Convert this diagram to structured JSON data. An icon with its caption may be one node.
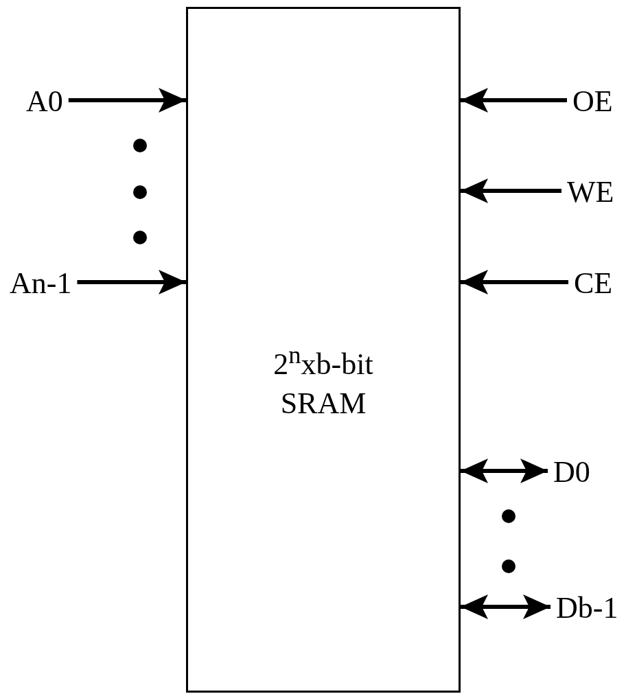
{
  "diagram": {
    "nodes": [
      {
        "text": [
          "2$^{n}$xb-bit SRAM"
        ]
      },
      {
        "text": [
          "A0"
        ]
      },
      {
        "text": [
          "An-1"
        ]
      },
      {
        "text": [
          "OE"
        ]
      },
      {
        "text": [
          "WE"
        ]
      },
      {
        "text": [
          "CE"
        ]
      },
      {
        "text": [
          "D0"
        ]
      },
      {
        "text": [
          "Db-1"
        ]
      }
    ],
    "edges": [
      {
        "from": 1,
        "to": 0,
        "arrow": "to"
      },
      {
        "from": 2,
        "to": 0,
        "arrow": "to"
      },
      {
        "from": 3,
        "to": 0,
        "arrow": "to"
      },
      {
        "from": 4,
        "to": 0,
        "arrow": "to"
      },
      {
        "from": 5,
        "to": 0,
        "arrow": "to"
      },
      {
        "from": 6,
        "to": 0,
        "arrow": "both"
      },
      {
        "from": 7,
        "to": 0,
        "arrow": "both"
      }
    ]
  }
}
